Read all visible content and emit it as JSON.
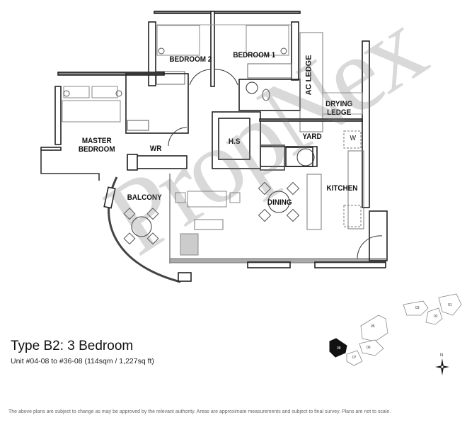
{
  "floor_plan": {
    "rooms": [
      {
        "id": "bedroom2",
        "label": "BEDROOM 2"
      },
      {
        "id": "bedroom1",
        "label": "BEDROOM 1"
      },
      {
        "id": "ac_ledge",
        "label": "AC LEDGE"
      },
      {
        "id": "drying_ledge",
        "label": "DRYING LEDGE",
        "lines": [
          "DRYING",
          "LEDGE"
        ]
      },
      {
        "id": "master_bedroom",
        "label": "MASTER BEDROOM",
        "lines": [
          "MASTER",
          "BEDROOM"
        ]
      },
      {
        "id": "wr",
        "label": "WR"
      },
      {
        "id": "hs",
        "label": "H.S"
      },
      {
        "id": "yard",
        "label": "YARD"
      },
      {
        "id": "balcony",
        "label": "BALCONY"
      },
      {
        "id": "dining",
        "label": "DINING"
      },
      {
        "id": "kitchen",
        "label": "KITCHEN"
      }
    ],
    "fixture_labels": {
      "washer": "W"
    },
    "watermark": "PropNex"
  },
  "unit_info": {
    "type_title": "Type B2: 3 Bedroom",
    "unit_range": "Unit #04-08 to #36-08  (114sqm / 1,227sq ft)"
  },
  "key_plan": {
    "highlighted_unit": "08",
    "units_left_cluster": [
      "05",
      "06",
      "07",
      "08"
    ],
    "units_right_cluster": [
      "01",
      "02",
      "03"
    ],
    "north_label": "N",
    "colors": {
      "highlight": "#111111",
      "outline": "#888888"
    }
  },
  "disclaimer": "The above plans are subject to change as may be approved by the relevant authority. Areas are approximate measurements and subject to final survey. Plans are not to scale."
}
